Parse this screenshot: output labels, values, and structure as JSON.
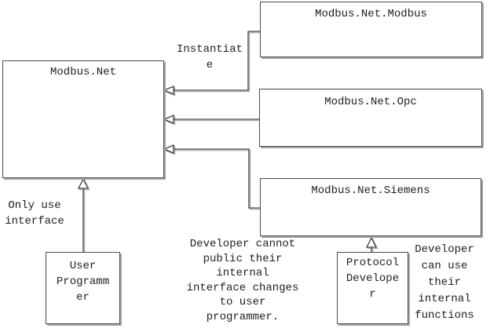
{
  "diagram": {
    "nodes": {
      "modbus_net": {
        "label": "Modbus.Net"
      },
      "modbus_net_modbus": {
        "label": "Modbus.Net.Modbus"
      },
      "modbus_net_opc": {
        "label": "Modbus.Net.Opc"
      },
      "modbus_net_siemens": {
        "label": "Modbus.Net.Siemens"
      },
      "user_programmer": {
        "label": "User\nProgramm\ner"
      },
      "protocol_developer": {
        "label": "Protocol\nDevelope\nr"
      }
    },
    "annotations": {
      "instantiate": "Instantiat\ne",
      "only_use_interface": "Only use\ninterface",
      "developer_cannot": "Developer cannot\npublic their\ninternal\ninterface changes\nto user\nprogrammer.",
      "developer_can_use": "Developer\ncan use\ntheir\ninternal\nfunctions"
    },
    "colors": {
      "background": "#ffffff",
      "box_fill": "#ffffff",
      "line": "#3d3d3d",
      "line_shadow": "#b0b0b0",
      "text": "#1f1f1f"
    }
  }
}
